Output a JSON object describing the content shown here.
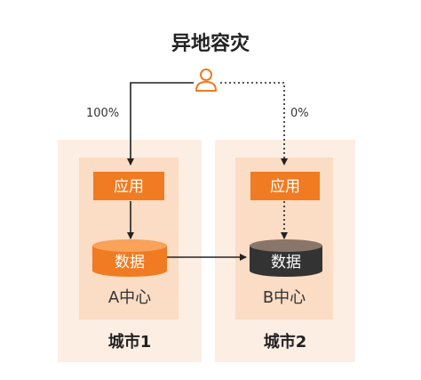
{
  "title": "异地容灾",
  "traffic": {
    "left_percent": "100%",
    "right_percent": "0%"
  },
  "cities": [
    {
      "app_label": "应用",
      "db_label": "数据",
      "center_label": "A中心",
      "city_label": "城市1",
      "role": "active"
    },
    {
      "app_label": "应用",
      "db_label": "数据",
      "center_label": "B中心",
      "city_label": "城市2",
      "role": "standby"
    }
  ],
  "colors": {
    "accent_orange": "#f07b22",
    "outer_panel": "#fdeee3",
    "inner_panel": "#fbdcc5",
    "standby_db": "#333333",
    "line": "#222222"
  },
  "icon": "user-icon"
}
